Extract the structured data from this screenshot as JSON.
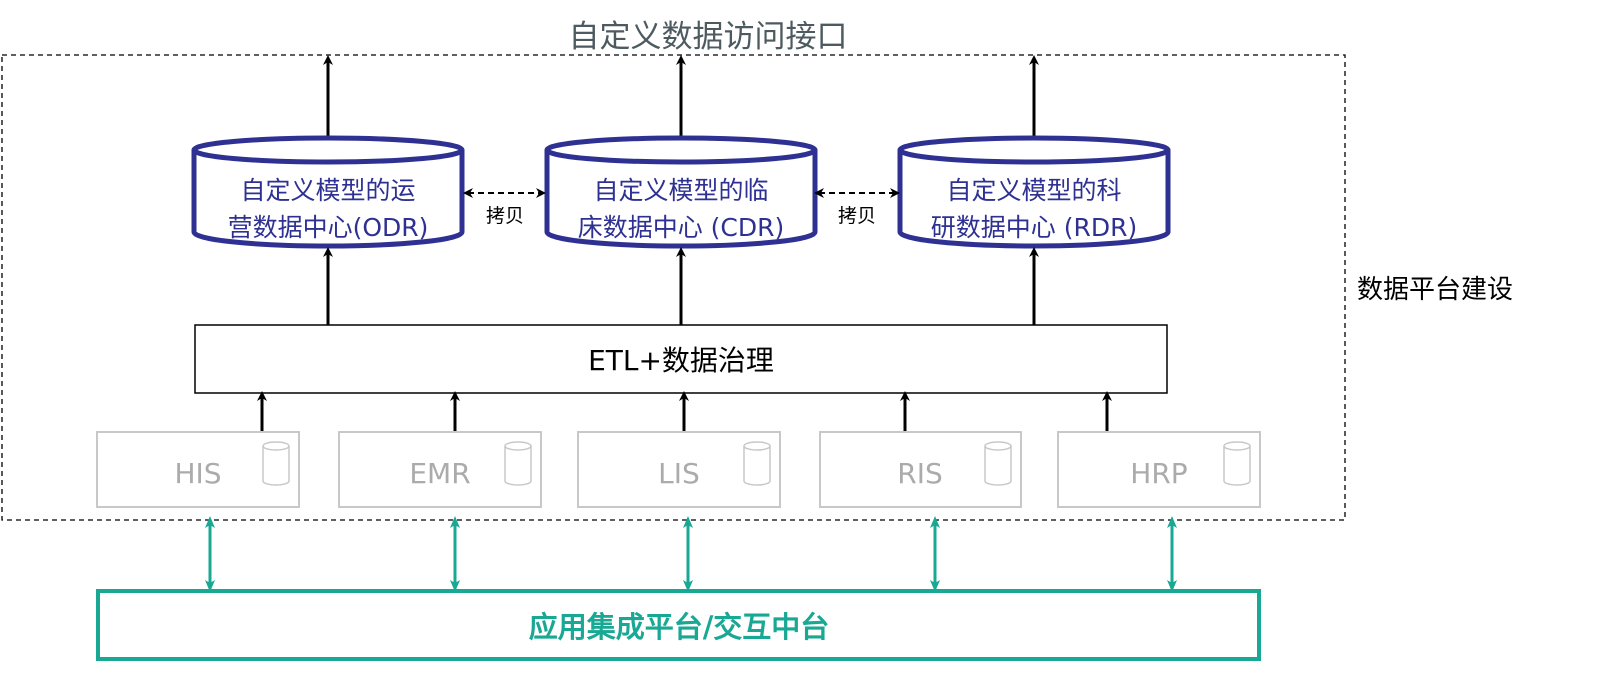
{
  "title": "自定义数据访问接口",
  "platform_label": "数据平台建设",
  "data_centers": [
    {
      "line1": "自定义模型的运",
      "line2": "营数据中心(ODR)"
    },
    {
      "line1": "自定义模型的临",
      "line2": "床数据中心 (CDR)"
    },
    {
      "line1": "自定义模型的科",
      "line2": "研数据中心 (RDR)"
    }
  ],
  "copy_label": "拷贝",
  "etl_label": "ETL+数据治理",
  "sources": [
    "HIS",
    "EMR",
    "LIS",
    "RIS",
    "HRP"
  ],
  "integration_label": "应用集成平台/交互中台",
  "colors": {
    "db": "#2e3192",
    "teal": "#19a894",
    "source": "#c8c8c8"
  }
}
